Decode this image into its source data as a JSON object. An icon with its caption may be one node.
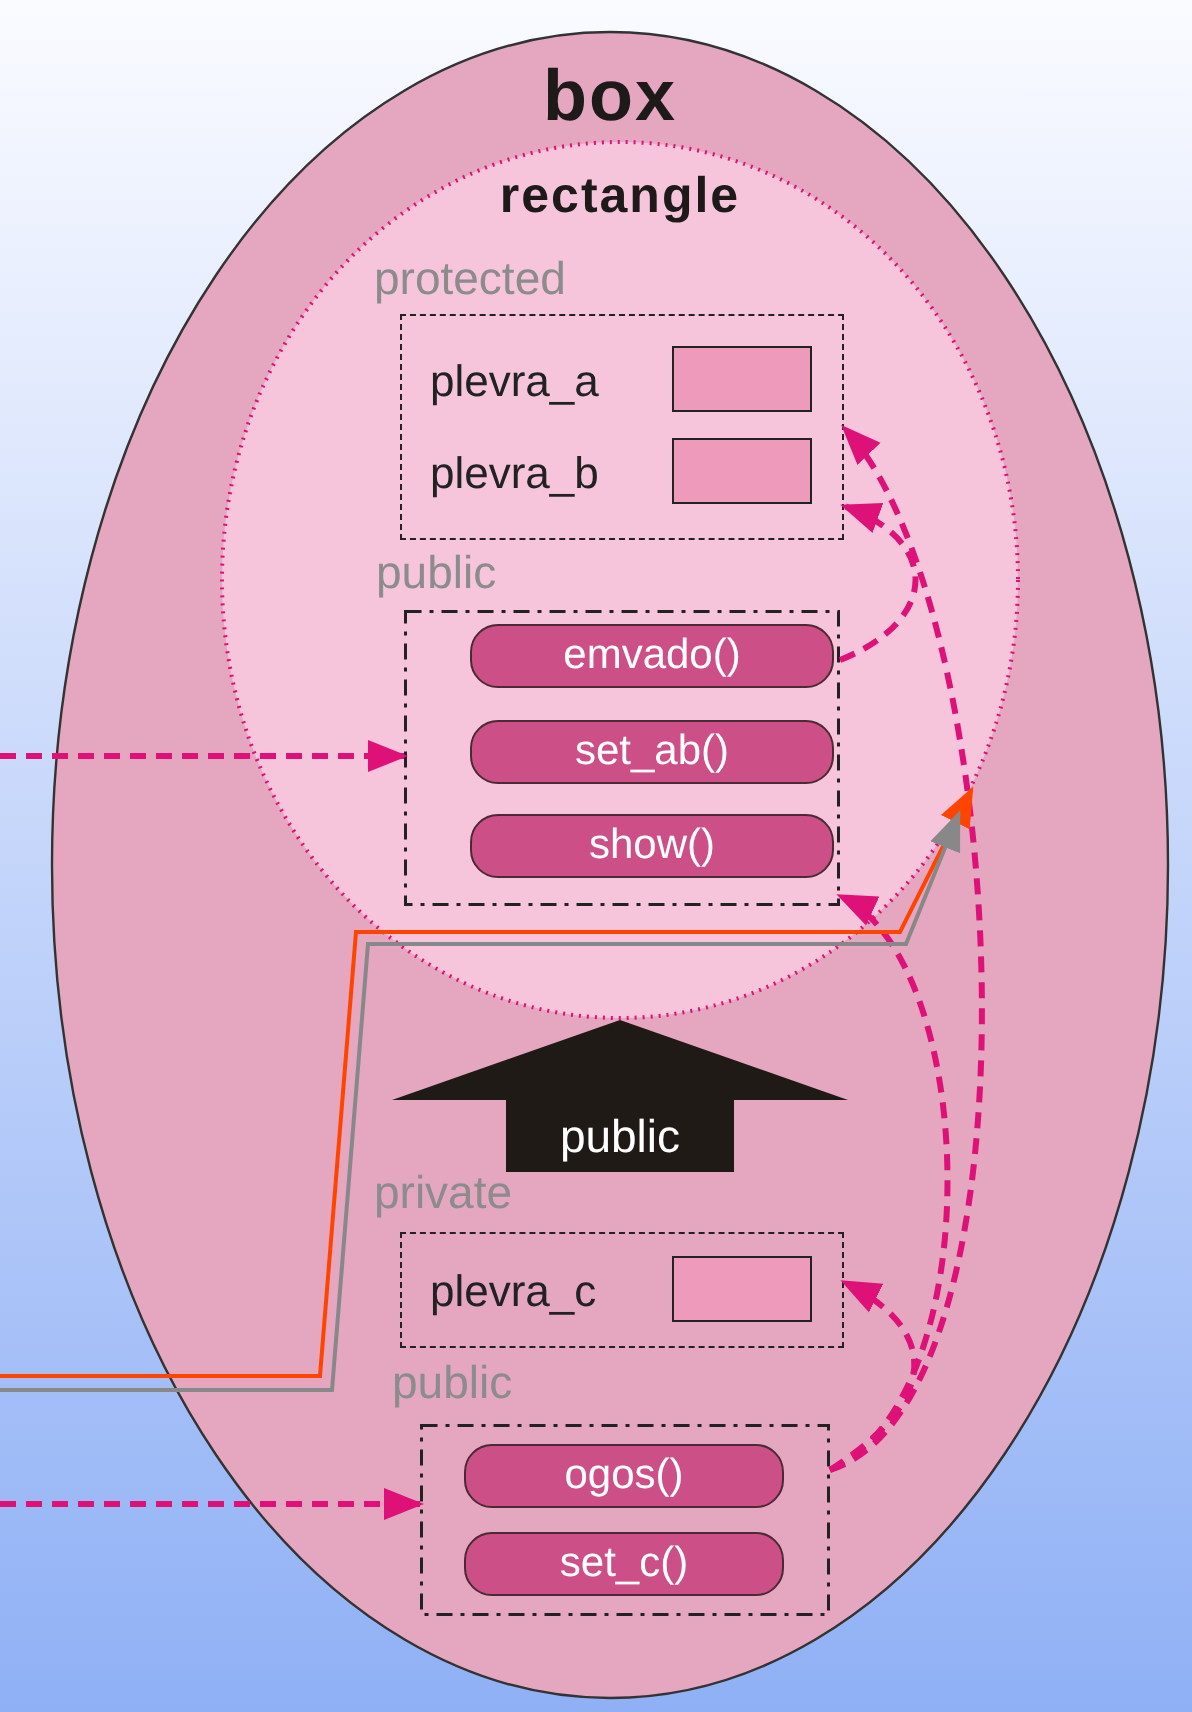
{
  "diagram": {
    "nodes": [
      {
        "text": [
          "box"
        ]
      },
      {
        "text": [
          "rectangle"
        ],
        "in": 0
      },
      {
        "text": [
          "protected"
        ],
        "in": 1
      },
      {
        "text": [
          "plevra_a"
        ],
        "in": 2
      },
      {
        "text": [
          "plevra_b"
        ],
        "in": 2
      },
      {
        "text": [
          "public"
        ],
        "in": 1
      },
      {
        "text": [
          "emvado()"
        ],
        "in": 5
      },
      {
        "text": [
          "set_ab()"
        ],
        "in": 5
      },
      {
        "text": [
          "show()"
        ],
        "in": 5
      },
      {
        "text": [
          "private"
        ],
        "in": 0
      },
      {
        "text": [
          "plevra_c"
        ],
        "in": 9
      },
      {
        "text": [
          "public"
        ],
        "in": 0
      },
      {
        "text": [
          "ogos()"
        ],
        "in": 11
      },
      {
        "text": [
          "set_c()"
        ],
        "in": 11
      }
    ],
    "edges": [
      {
        "from": null,
        "to": 5,
        "arrow": "to",
        "style": "dashed"
      },
      {
        "from": null,
        "to": 11,
        "arrow": "to",
        "style": "dashed"
      },
      {
        "from": 5,
        "to": 2,
        "arrow": "to",
        "style": "dashed"
      },
      {
        "from": 11,
        "to": 2,
        "arrow": "to",
        "style": "dashed"
      },
      {
        "from": 11,
        "to": 5,
        "arrow": "to",
        "style": "dashed"
      },
      {
        "from": 11,
        "to": 9,
        "arrow": "to",
        "style": "dashed"
      },
      {
        "from": null,
        "to": 1,
        "arrow": "to",
        "color": "#ff4400"
      },
      {
        "from": null,
        "to": 1,
        "arrow": "to",
        "color": "#888888"
      },
      {
        "from": null,
        "to": 1,
        "arrow": "to",
        "label": "public",
        "style": "thick",
        "color": "#201a17"
      }
    ]
  }
}
